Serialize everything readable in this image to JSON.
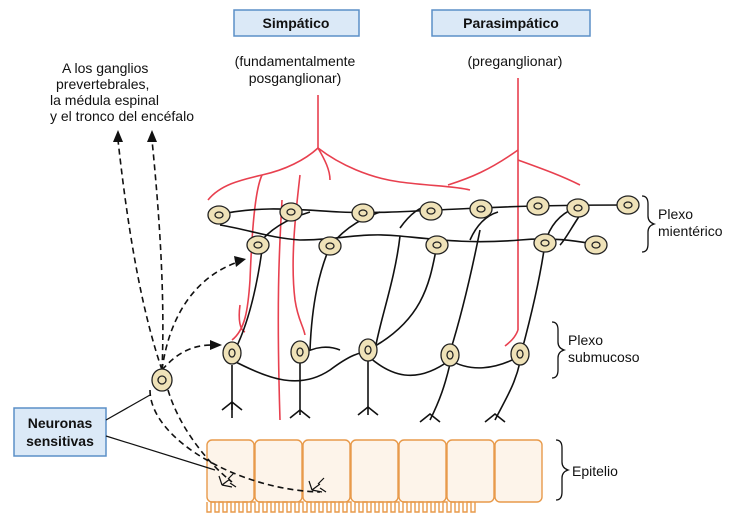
{
  "headers": {
    "sympathetic": "Simpático",
    "parasympathetic": "Parasimpático"
  },
  "notes": {
    "sympathetic_line1": "(fundamentalmente",
    "sympathetic_line2": "posganglionar)",
    "parasympathetic_line1": "(preganglionar)"
  },
  "afferent_text": {
    "line1": "A los ganglios",
    "line2": "prevertebrales,",
    "line3": "la médula espinal",
    "line4": "y el tronco del encéfalo"
  },
  "layers": {
    "myenteric_line1": "Plexo",
    "myenteric_line2": "mientérico",
    "submucosal_line1": "Plexo",
    "submucosal_line2": "submucoso",
    "epithelium": "Epitelio"
  },
  "sensory_label": {
    "line1": "Neuronas",
    "line2": "sensitivas"
  },
  "colors": {
    "header_fill": "#dbe9f7",
    "header_stroke": "#5b8fc7",
    "sympathetic_red": "#e8404f",
    "neuron_body": "#efe2b8",
    "epithelium": "#e89a4a",
    "ink": "#111111"
  }
}
